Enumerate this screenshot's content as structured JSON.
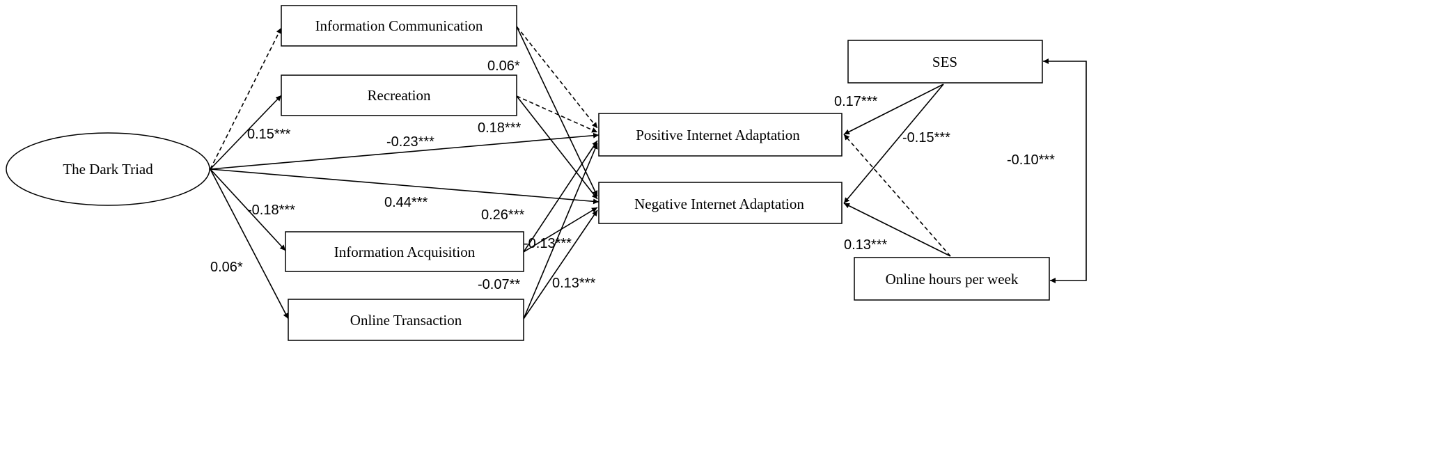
{
  "nodes": {
    "dark_triad": "The Dark Triad",
    "info_comm": "Information Communication",
    "recreation": "Recreation",
    "info_acq": "Information Acquisition",
    "online_trans": "Online Transaction",
    "pos_adapt": "Positive Internet Adaptation",
    "neg_adapt": "Negative Internet Adaptation",
    "ses": "SES",
    "online_hours": "Online hours per week"
  },
  "coefficients": {
    "dt_recreation": "0.15***",
    "dt_info_acq": "-0.18***",
    "dt_online_trans": "0.06*",
    "dt_pos": "-0.23***",
    "dt_neg": "0.44***",
    "info_comm_neg": "0.06*",
    "recreation_neg": "0.18***",
    "info_acq_pos": "0.26***",
    "info_acq_neg": "-0.13***",
    "online_trans_pos": "-0.07**",
    "online_trans_neg": "0.13***",
    "ses_pos": "0.17***",
    "ses_neg": "-0.15***",
    "hours_neg": "0.13***",
    "ses_hours": "-0.10***"
  }
}
